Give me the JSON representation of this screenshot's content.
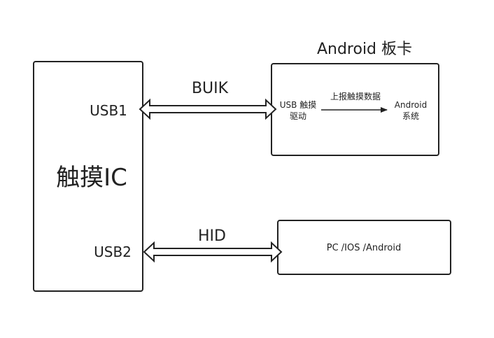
{
  "touch_ic": {
    "title": "触摸IC",
    "port1": "USB1",
    "port2": "USB2"
  },
  "android_board": {
    "title": "Android 板卡",
    "driver_line1": "USB 触摸",
    "driver_line2": "驱动",
    "arrow_label": "上报触摸数据",
    "system_line1": "Android",
    "system_line2": "系统"
  },
  "hosts_box": {
    "label": "PC /IOS /Android"
  },
  "links": {
    "usb1_label": "BUIK",
    "usb2_label": "HID"
  }
}
